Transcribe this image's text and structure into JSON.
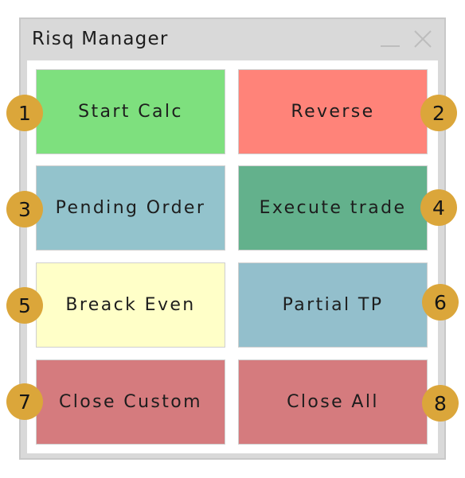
{
  "window": {
    "title": "Risq Manager"
  },
  "buttons": [
    {
      "label": "Start Calc",
      "color": "#7ee07e",
      "number": "1"
    },
    {
      "label": "Reverse",
      "color": "#ff8379",
      "number": "2"
    },
    {
      "label": "Pending Order",
      "color": "#93c3cc",
      "number": "3"
    },
    {
      "label": "Execute trade",
      "color": "#63b18c",
      "number": "4"
    },
    {
      "label": "Breack Even",
      "color": "#ffffc8",
      "number": "5"
    },
    {
      "label": "Partial TP",
      "color": "#93bfcc",
      "number": "6"
    },
    {
      "label": "Close Custom",
      "color": "#d57b7e",
      "number": "7"
    },
    {
      "label": "Close All",
      "color": "#d57b7e",
      "number": "8"
    }
  ],
  "colors": {
    "badge": "#dba63a",
    "frame": "#d9d9d9"
  }
}
